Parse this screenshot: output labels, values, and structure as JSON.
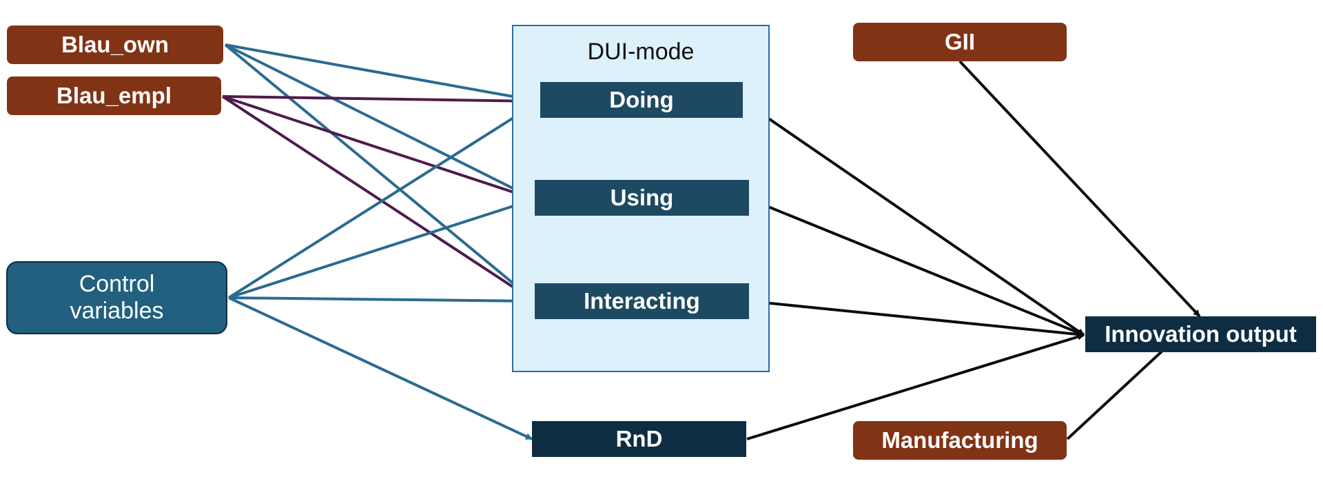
{
  "diagram": {
    "group": {
      "title": "DUI-mode"
    },
    "colors": {
      "brown": "#813315",
      "teal_node": "#1d4a62",
      "dark_node": "#0f2d42",
      "control_fill": "#21607f",
      "group_fill": "#ddf1fb",
      "group_border": "#2c6b9f",
      "edge_blue": "#2b6a91",
      "edge_purple": "#4d1c4b",
      "edge_black": "#0b0b0b"
    },
    "nodes": {
      "blau_own": {
        "label": "Blau_own"
      },
      "blau_empl": {
        "label": "Blau_empl"
      },
      "control": {
        "label": "Control\nvariables"
      },
      "doing": {
        "label": "Doing"
      },
      "using": {
        "label": "Using"
      },
      "interacting": {
        "label": "Interacting"
      },
      "rnd": {
        "label": "RnD"
      },
      "gii": {
        "label": "GII"
      },
      "innovation": {
        "label": "Innovation output"
      },
      "manufacturing": {
        "label": "Manufacturing"
      }
    },
    "edges": [
      {
        "from": "blau_own",
        "to": "doing",
        "color": "edge_blue"
      },
      {
        "from": "blau_own",
        "to": "using",
        "color": "edge_blue"
      },
      {
        "from": "blau_own",
        "to": "interacting",
        "color": "edge_blue"
      },
      {
        "from": "blau_empl",
        "to": "doing",
        "color": "edge_purple"
      },
      {
        "from": "blau_empl",
        "to": "using",
        "color": "edge_purple"
      },
      {
        "from": "blau_empl",
        "to": "interacting",
        "color": "edge_purple"
      },
      {
        "from": "control",
        "to": "doing",
        "color": "edge_blue"
      },
      {
        "from": "control",
        "to": "using",
        "color": "edge_blue"
      },
      {
        "from": "control",
        "to": "interacting",
        "color": "edge_blue"
      },
      {
        "from": "control",
        "to": "rnd",
        "color": "edge_blue"
      },
      {
        "from": "doing",
        "to": "innovation",
        "color": "edge_black"
      },
      {
        "from": "using",
        "to": "innovation",
        "color": "edge_black"
      },
      {
        "from": "interacting",
        "to": "innovation",
        "color": "edge_black"
      },
      {
        "from": "rnd",
        "to": "innovation",
        "color": "edge_black"
      },
      {
        "from": "gii",
        "to": "innovation",
        "color": "edge_black"
      },
      {
        "from": "manufacturing",
        "to": "innovation",
        "color": "edge_black"
      }
    ]
  }
}
